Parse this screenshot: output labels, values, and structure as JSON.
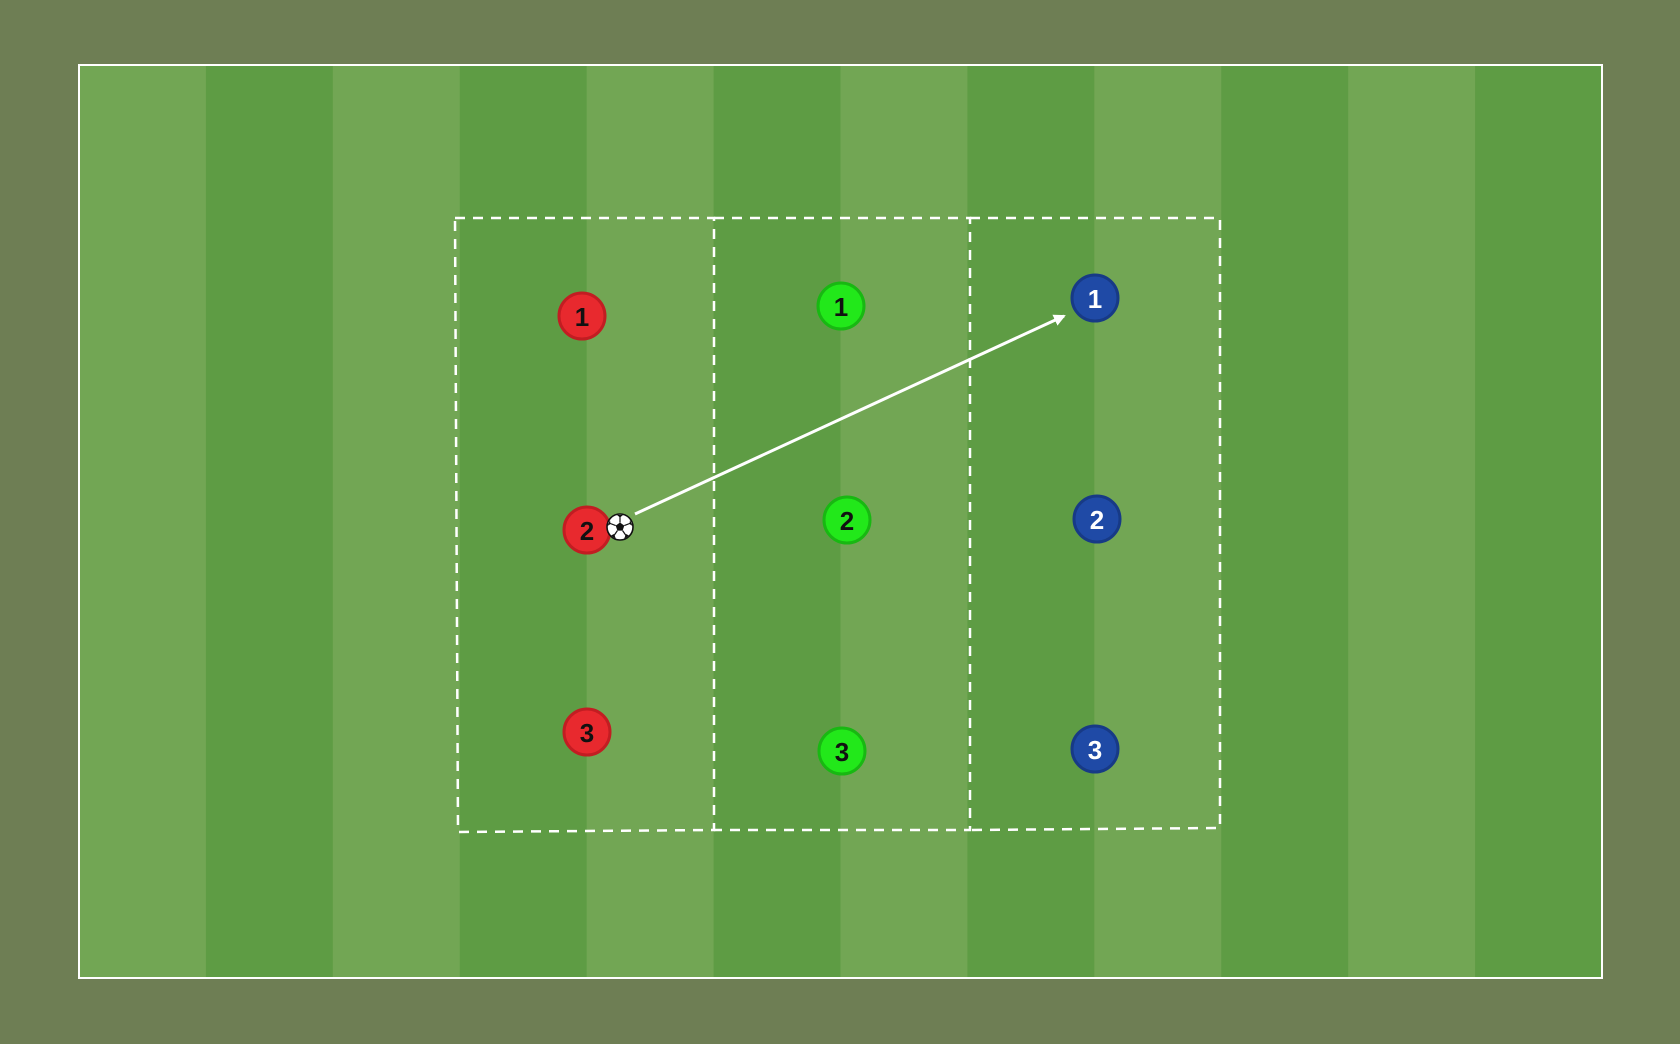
{
  "colors": {
    "background": "#6e7e54",
    "stripe_light": "#72a654",
    "stripe_dark": "#5e9c44",
    "lines": "#ffffff"
  },
  "teams": [
    {
      "name": "red",
      "fill": "#e8292e",
      "stroke": "#c21d22",
      "text_color": "#111111",
      "players": [
        {
          "label": "1"
        },
        {
          "label": "2"
        },
        {
          "label": "3"
        }
      ]
    },
    {
      "name": "green",
      "fill": "#22e81a",
      "stroke": "#18b812",
      "text_color": "#111111",
      "players": [
        {
          "label": "1"
        },
        {
          "label": "2"
        },
        {
          "label": "3"
        }
      ]
    },
    {
      "name": "blue",
      "fill": "#1f4aa6",
      "stroke": "#173a86",
      "text_color": "#ffffff",
      "players": [
        {
          "label": "1"
        },
        {
          "label": "2"
        },
        {
          "label": "3"
        }
      ]
    }
  ],
  "ball": {
    "icon": "soccer-ball-icon",
    "holder": "red-2"
  },
  "pass": {
    "from": "red-2",
    "to": "blue-1",
    "style": "solid-arrow"
  },
  "grid": {
    "style": "dashed",
    "zones": 3
  }
}
